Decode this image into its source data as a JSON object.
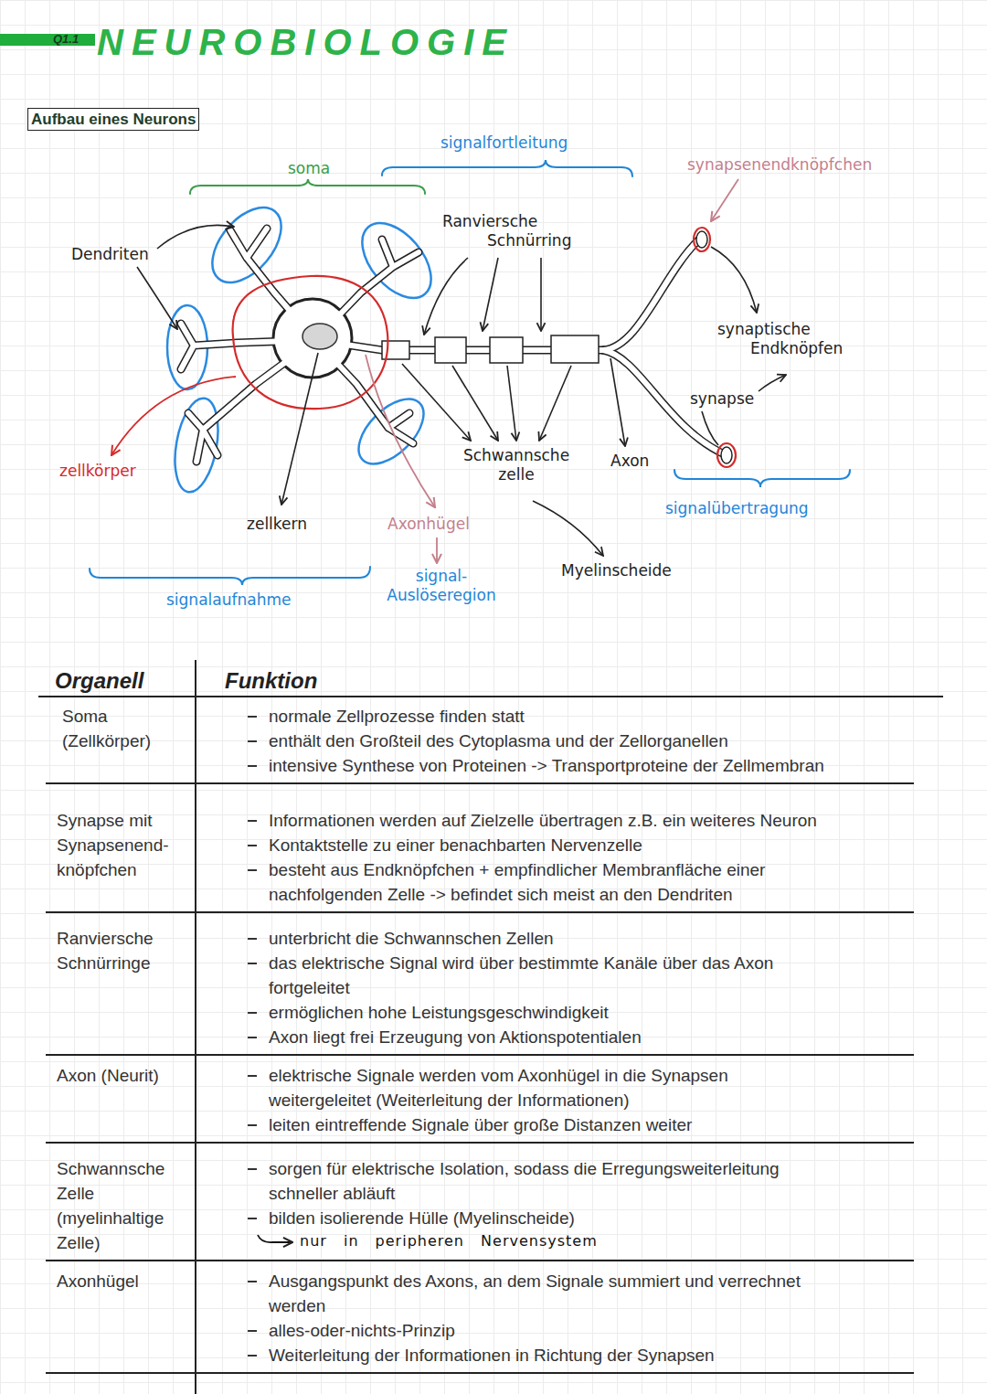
{
  "diagram": {
    "title": "NEUROBIOLOGIE",
    "nodes": [
      {
        "text": [
          "Aufbau eines Neurons"
        ]
      }
    ],
    "labels": [
      "Q1.1",
      "soma",
      "signalfortleitung",
      "synapsenendknöpfchen",
      "Dendriten",
      "Ranviersche Schnürring",
      "synaptische Endknöpfen",
      "synapse",
      "zellkörper",
      "Schwannsche zelle",
      "Axon",
      "zellkern",
      "Axonhügel",
      "Myelinscheide",
      "signal- Auslöseregion",
      "signalübertragung",
      "signalaufnahme",
      "Organell",
      "Funktion",
      "Soma (Zellkörper)",
      "normale Zellprozesse finden statt",
      "enthält den Großteil des Cytoplasma und der Zellorganellen",
      "intensive Synthese von Proteinen -> Transportproteine der Zellmembran",
      "Synapse mit Synapsenend- knöpfchen",
      "Informationen werden auf Zielzelle übertragen z.B. ein weiteres Neuron",
      "Kontaktstelle zu einer benachbarten Nervenzelle",
      "besteht aus Endknöpfchen + empfindlicher Membranfläche einer nachfolgenden Zelle -> befindet sich meist an den Dendriten",
      "Ranviersche Schnürringe",
      "unterbricht die Schwannschen Zellen",
      "das elektrische Signal wird über bestimmte Kanäle über das Axon fortgeleitet",
      "ermöglichen hohe Leistungsgeschwindigkeit",
      "Axon liegt frei Erzeugung von Aktionspotentialen",
      "Axon (Neurit)",
      "elektrische Signale werden vom Axonhügel in die Synapsen weitergeleitet (Weiterleitung der Informationen)",
      "leiten eintreffende Signale über große Distanzen weiter",
      "Schwannsche Zelle (myelinhaltige Zelle)",
      "sorgen für elektrische Isolation, sodass die Erregungsweiterleitung schneller abläuft",
      "bilden isolierende Hülle (Myelinscheide)",
      "nur in peripheren Nervensystem",
      "Axonhügel",
      "Ausgangspunkt des Axons, an dem Signale summiert und verrechnet werden",
      "alles-oder-nichts-Prinzip",
      "Weiterleitung der Informationen in Richtung der Synapsen"
    ]
  }
}
